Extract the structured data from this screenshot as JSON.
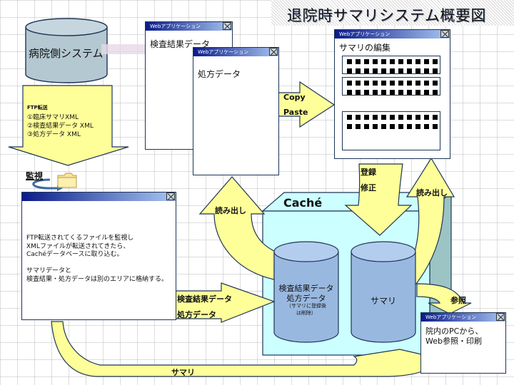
{
  "title": "退院時サマリシステム概要図",
  "hospital_system": {
    "label": "病院側システム"
  },
  "ftp_arrow": {
    "heading": "FTP転送",
    "items": [
      "①臨床サマリXML",
      "②検査結果データ XML",
      "③処方データ XML"
    ]
  },
  "monitor": {
    "label": "監視",
    "icon": "folder-icon"
  },
  "windows": {
    "app_title": "Webアプリケーション",
    "lab_results": {
      "content": "検査結果データ"
    },
    "prescription": {
      "content": "処方データ"
    },
    "summary_edit": {
      "content": "サマリの編集",
      "field_count": 3
    },
    "hospital_pc": {
      "content_line1": "院内のPCから、",
      "content_line2": "Web参照・印刷"
    },
    "importer": {
      "lines": [
        "FTP転送されてくるファイルを監視し",
        "XMLファイルが転送されてきたら、",
        "Cachéデータベースに取り込む。",
        "",
        "サマリデータと",
        "検査結果・処方データは別のエリアに格納する。"
      ]
    }
  },
  "arrows": {
    "copy": "Copy",
    "paste": "Paste",
    "register": "登録",
    "modify": "修正",
    "read_left": "読み出し",
    "read_right": "読み出し",
    "to_cache_line1": "検査結果データ",
    "to_cache_line2": "処方データ",
    "reference": "参照",
    "summary_loop": "サマリ"
  },
  "cache": {
    "label": "Caché",
    "db_lab": {
      "line1": "検査結果データ",
      "line2": "処方データ",
      "note1": "（サマリに登録後",
      "note2": "は削除）"
    },
    "db_summary": {
      "label": "サマリ"
    }
  },
  "colors": {
    "arrow_fill": "#ffff99",
    "cache_fill": "#ccffff",
    "db_fill": "#99b8e0",
    "hospital_db_fill": "#b4c8d2",
    "window_bar_start": "#0a1b8a",
    "window_bar_end": "#a9c6f2"
  }
}
